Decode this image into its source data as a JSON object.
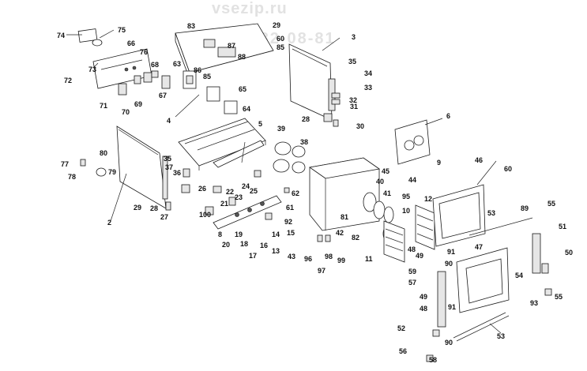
{
  "watermark": {
    "site": "vsezip.ru",
    "phone": "+7(812)982-08-81"
  },
  "part_numbers": [
    "74",
    "75",
    "72",
    "73",
    "66",
    "76",
    "68",
    "71",
    "70",
    "69",
    "67",
    "63",
    "86",
    "85",
    "83",
    "87",
    "88",
    "65",
    "64",
    "29",
    "60",
    "85",
    "3",
    "35",
    "34",
    "33",
    "32",
    "31",
    "28",
    "30",
    "4",
    "5",
    "39",
    "38",
    "6",
    "80",
    "77",
    "78",
    "79",
    "35",
    "37",
    "36",
    "2",
    "29",
    "28",
    "27",
    "26",
    "22",
    "23",
    "24",
    "25",
    "62",
    "100",
    "21",
    "19",
    "20",
    "18",
    "8",
    "92",
    "14",
    "15",
    "16",
    "17",
    "13",
    "61",
    "43",
    "96",
    "97",
    "98",
    "99",
    "41",
    "42",
    "81",
    "82",
    "95",
    "10",
    "12",
    "9",
    "45",
    "44",
    "40",
    "46",
    "60",
    "53",
    "89",
    "55",
    "51",
    "50",
    "49",
    "48",
    "11",
    "91",
    "90",
    "47",
    "59",
    "57",
    "54",
    "49",
    "48",
    "91",
    "55",
    "93",
    "52",
    "56",
    "58",
    "90",
    "53"
  ]
}
